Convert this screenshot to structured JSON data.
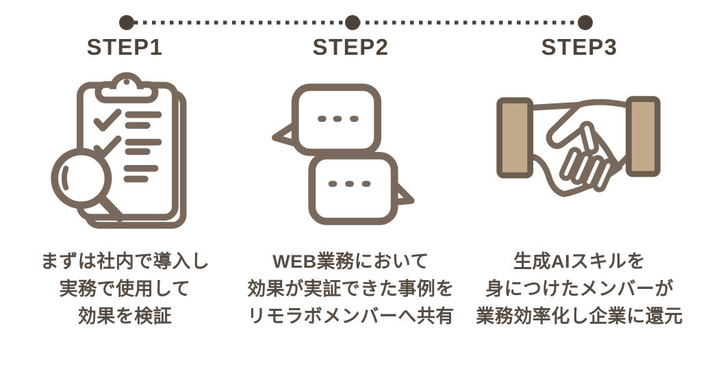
{
  "page": {
    "background": "#ffffff"
  },
  "colors": {
    "icon_stroke": "#79695c",
    "timeline_dark": "#4a413b",
    "label_text": "#4d4339",
    "body_text": "#574c43",
    "cuff_fill": "#c3a98c"
  },
  "timeline": {
    "style": "dotted-line",
    "node_count": 3
  },
  "steps": [
    {
      "label": "STEP1",
      "icon": "clipboard-checklist-magnifier-icon",
      "lines": [
        "まずは社内で導入し",
        "実務で使用して",
        "効果を検証"
      ]
    },
    {
      "label": "STEP2",
      "icon": "chat-bubbles-icon",
      "lines": [
        "WEB業務において",
        "効果が実証できた事例を",
        "リモラボメンバーへ共有"
      ]
    },
    {
      "label": "STEP3",
      "icon": "handshake-icon",
      "lines": [
        "生成AIスキルを",
        "身につけたメンバーが",
        "業務効率化し企業に還元"
      ]
    }
  ]
}
